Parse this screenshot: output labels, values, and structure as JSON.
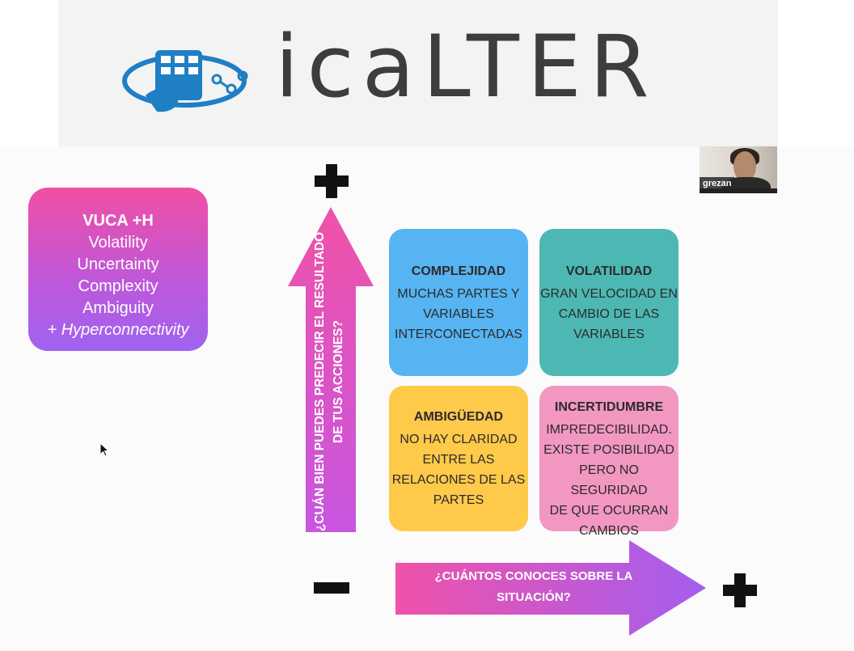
{
  "header": {
    "logo_text": "icaLTER",
    "brand_color": "#1f7fc4"
  },
  "vuca": {
    "title": "VUCA +H",
    "items": [
      "Volatility",
      "Uncertainty",
      "Complexity",
      "Ambiguity"
    ],
    "extra": "+ Hyperconnectivity"
  },
  "axes": {
    "top_sign": "+",
    "bottom_sign": "−",
    "right_sign": "+",
    "vertical_label": "¿CUÁN BIEN PUEDES PREDECIR EL RESULTADO DE TUS ACCIONES?",
    "horizontal_label": "¿CUÁNTOS CONOCES SOBRE LA SITUACIÓN?"
  },
  "quadrants": [
    {
      "title": "COMPLEJIDAD",
      "body": [
        "MUCHAS PARTES Y",
        "VARIABLES",
        "INTERCONECTADAS"
      ],
      "color": "#56b4f2"
    },
    {
      "title": "VOLATILIDAD",
      "body": [
        "GRAN VELOCIDAD EN",
        "CAMBIO DE LAS",
        "VARIABLES"
      ],
      "color": "#4db8b3"
    },
    {
      "title": "AMBIGÜEDAD",
      "body": [
        "NO HAY CLARIDAD",
        "ENTRE LAS",
        "RELACIONES DE LAS",
        "PARTES"
      ],
      "color": "#ffc94a"
    },
    {
      "title": "INCERTIDUMBRE",
      "body": [
        "IMPREDECIBILIDAD.",
        "EXISTE POSIBILIDAD",
        "PERO NO SEGURIDAD",
        "DE QUE OCURRAN",
        "CAMBIOS"
      ],
      "color": "#f297c2"
    }
  ],
  "webcam": {
    "participant_name": "grezan"
  }
}
